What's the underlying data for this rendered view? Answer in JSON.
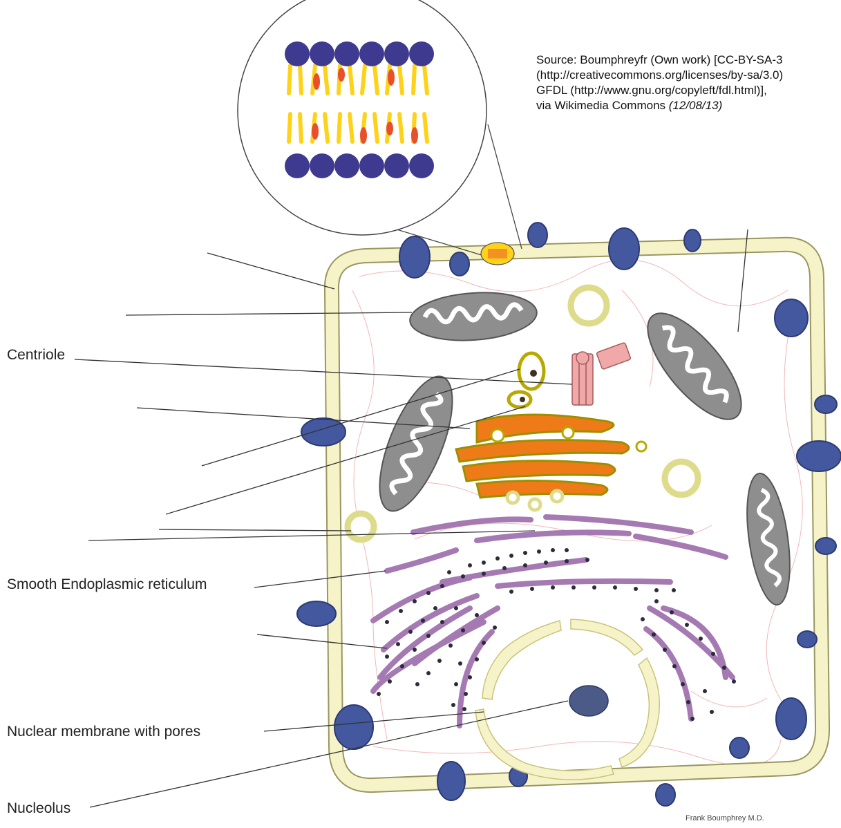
{
  "source": {
    "line1": "Source: Boumphreyfr  (Own work) [CC-BY-SA-3",
    "line2": "(http://creativecommons.org/licenses/by-sa/3.0)",
    "line3": "GFDL (http://www.gnu.org/copyleft/fdl.html)],",
    "line4_text": "via Wikimedia Commons ",
    "line4_date": "(12/08/13)"
  },
  "labels": {
    "centriole": "Centriole",
    "smooth_er": "Smooth Endoplasmic reticulum",
    "nuclear_membrane": "Nuclear membrane with pores",
    "nucleolus": "Nucleolus"
  },
  "credit": "Frank Boumphrey M.D.",
  "colors": {
    "membrane_fill": "#f6f3c8",
    "membrane_stroke": "#9a9660",
    "protein": "#43589f",
    "mitochondria": "#8e8e8e",
    "golgi": "#ee7b18",
    "er": "#a57ab3",
    "ribosome": "#2b2b3b",
    "nucleolus": "#4b5a86",
    "cytoskeleton": "#f2b7b7",
    "centriole": "#f0a8a8",
    "lipid_head": "#3e3a8f",
    "lipid_tail": "#ffd21a",
    "cholesterol": "#e8502c"
  }
}
